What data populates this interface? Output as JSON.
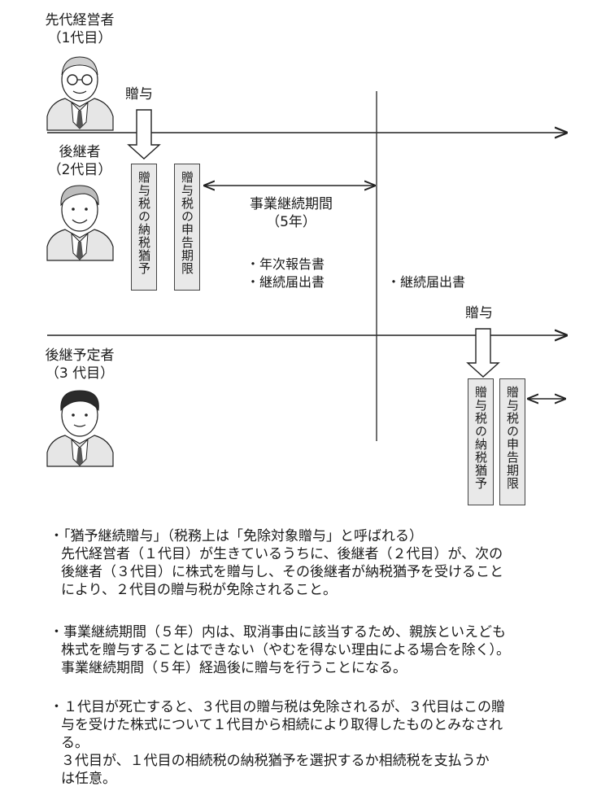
{
  "persons": [
    {
      "role": "先代経営者",
      "gen": "（1代目）"
    },
    {
      "role": "後継者",
      "gen": "（2代目）"
    },
    {
      "role": "後継予定者",
      "gen": "（3 代目）"
    }
  ],
  "gift_label_1": "贈与",
  "gift_label_2": "贈与",
  "boxes": {
    "b1": "贈与税の納税猶予",
    "b2": "贈与税の申告期限",
    "b3": "贈与税の納税猶予",
    "b4": "贈与税の申告期限"
  },
  "period": {
    "title": "事業継続期間",
    "years": "（5年）"
  },
  "reports": [
    "・年次報告書",
    "・継続届出書"
  ],
  "report_after": "・継続届出書",
  "notes": [
    {
      "lines": [
        "・「猶予継続贈与」（税務上は「免除対象贈与」と呼ばれる）",
        "先代経営者（１代目）が生きているうちに、後継者（２代目）が、次の",
        "後継者（３代目）に株式を贈与し、その後継者が納税猶予を受けること",
        "により、２代目の贈与税が免除されること。"
      ]
    },
    {
      "lines": [
        "・事業継続期間（５年）内は、取消事由に該当するため、親族といえども",
        "株式を贈与することはできない（やむを得ない理由による場合を除く）。",
        "事業継続期間（５年）経過後に贈与を行うことになる。"
      ]
    },
    {
      "lines": [
        "・１代目が死亡すると、３代目の贈与税は免除されるが、３代目はこの贈",
        "与を受けた株式について１代目から相続により取得したものとみなされ",
        "る。",
        " ３代目が、１代目の相続税の納税猶予を選択するか相続税を支払うか",
        "は任意。"
      ]
    }
  ]
}
